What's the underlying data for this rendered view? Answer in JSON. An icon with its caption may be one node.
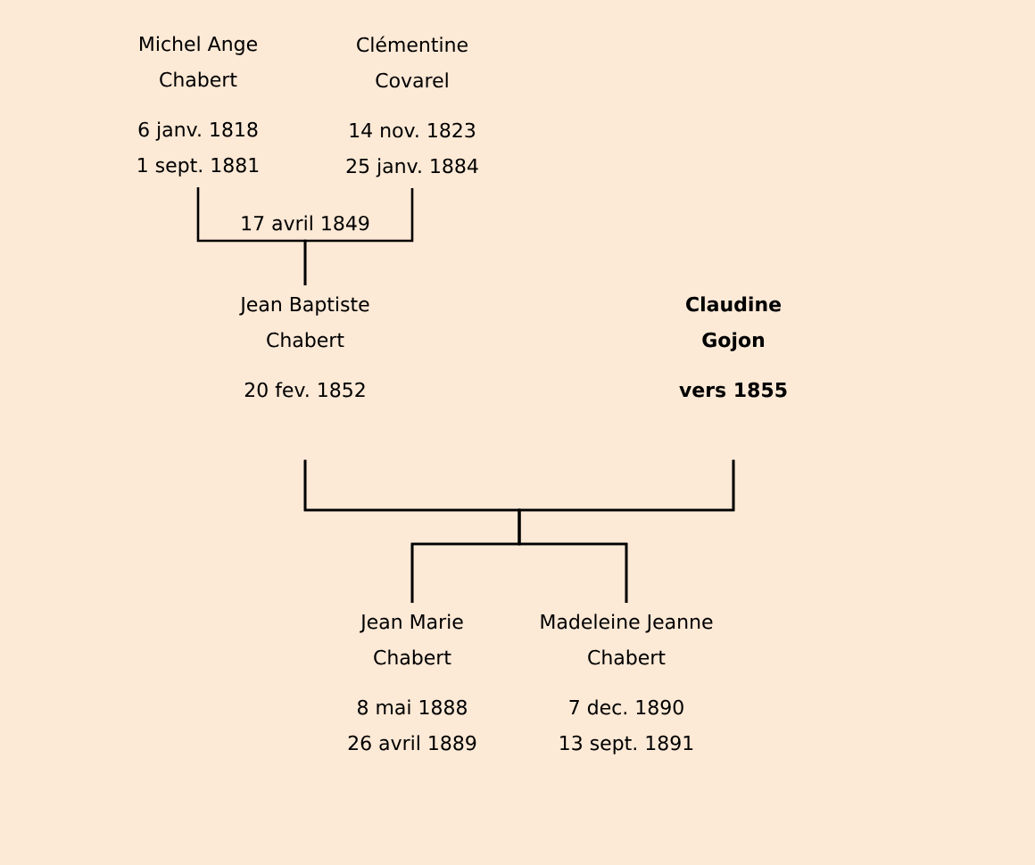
{
  "diagram": {
    "nodes": [
      {
        "text": [
          "Michel Ange Chabert",
          "6 janv. 1818",
          "1 sept. 1881"
        ]
      },
      {
        "text": [
          "Clémentine Covarel",
          "14 nov. 1823",
          "25 janv. 1884"
        ]
      },
      {
        "text": [
          "Jean Baptiste Chabert",
          "20 fev. 1852"
        ]
      },
      {
        "text": [
          "Claudine Gojon",
          "vers 1855"
        ]
      },
      {
        "text": [
          "Jean Marie Chabert",
          "8 mai 1888",
          "26 avril 1889"
        ]
      },
      {
        "text": [
          "Madeleine Jeanne Chabert",
          "7 dec. 1890",
          "13 sept. 1891"
        ]
      }
    ],
    "edges": [
      {
        "from": 0,
        "to": 2,
        "arrow": "none",
        "label": "17 avril 1849"
      },
      {
        "from": 1,
        "to": 2,
        "arrow": "none"
      },
      {
        "from": 2,
        "to": 4,
        "arrow": "none"
      },
      {
        "from": 2,
        "to": 5,
        "arrow": "none"
      },
      {
        "from": 3,
        "to": 4,
        "arrow": "none"
      },
      {
        "from": 3,
        "to": 5,
        "arrow": "none"
      }
    ]
  }
}
